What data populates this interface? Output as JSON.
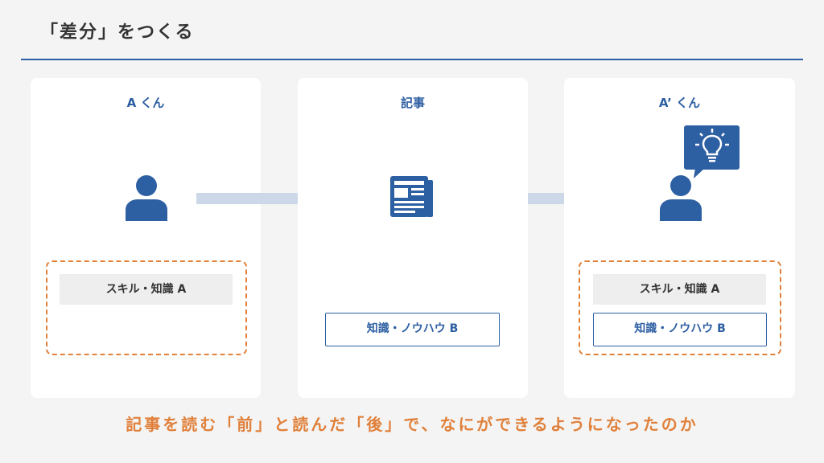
{
  "title": "「差分」をつくる",
  "cards": {
    "left": {
      "title": "A くん",
      "skill": "スキル・知識 A"
    },
    "center": {
      "title": "記事",
      "knowhow": "知識・ノウハウ B"
    },
    "right": {
      "title": "A’ くん",
      "skill": "スキル・知識 A",
      "knowhow": "知識・ノウハウ B"
    }
  },
  "footer": "記事を読む「前」と読んだ「後」で、なにができるようになったのか",
  "colors": {
    "accent_blue": "#2d5fa3",
    "accent_orange": "#e0803a",
    "arrow": "#ccd8e8",
    "background": "#f4f4f4"
  },
  "icons": [
    "person-icon",
    "newspaper-icon",
    "lightbulb-speech-icon"
  ]
}
